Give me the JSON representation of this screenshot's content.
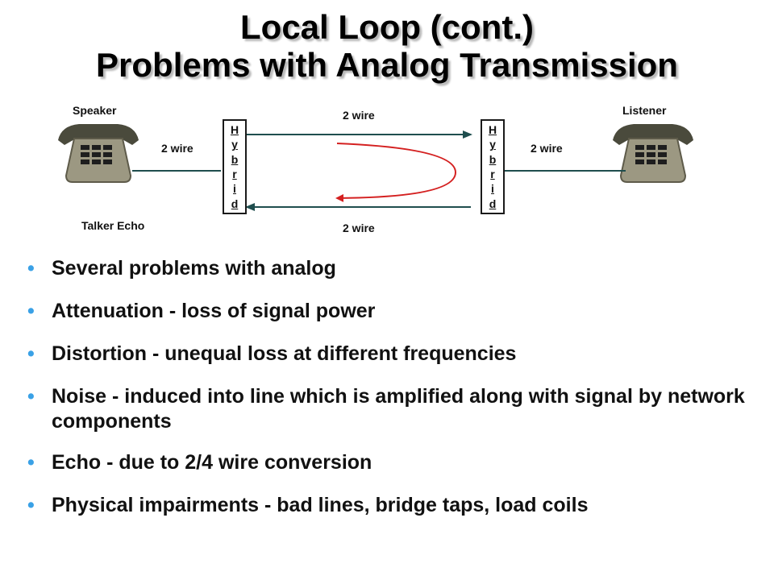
{
  "slide": {
    "title_line1": "Local Loop (cont.)",
    "title_line2": "Problems with Analog Transmission"
  },
  "diagram": {
    "speaker_label": "Speaker",
    "listener_label": "Listener",
    "left_wire_label": "2 wire",
    "right_wire_label": "2 wire",
    "top_wire_label": "2 wire",
    "bottom_wire_label": "2 wire",
    "talker_echo_label": "Talker Echo",
    "hybrid_letters": [
      "H",
      "y",
      "b",
      "r",
      "i",
      "d"
    ],
    "colors": {
      "line": "#1f4e4e",
      "echo_arrow": "#d42020",
      "phone_body": "#9c9882",
      "phone_dark": "#4a4a3c"
    }
  },
  "bullets": [
    "Several problems with analog",
    "Attenuation - loss of signal power",
    "Distortion - unequal loss at different frequencies",
    "Noise - induced into line which is amplified along with signal by network components",
    "Echo - due to 2/4 wire conversion",
    "Physical impairments - bad lines, bridge taps, load coils"
  ],
  "bullet_color": "#3aa1e6"
}
